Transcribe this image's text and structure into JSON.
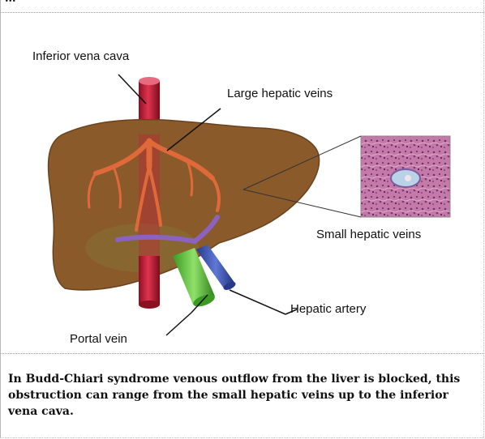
{
  "top_fragment": "...",
  "labels": {
    "inferior_vena_cava": "Inferior vena cava",
    "large_hepatic_veins": "Large hepatic veins",
    "small_hepatic_veins": "Small hepatic veins",
    "hepatic_artery": "Hepatic artery",
    "portal_vein": "Portal vein"
  },
  "caption": "In Budd-Chiari syndrome venous outflow from the liver is blocked, this obstruction can range from the small hepatic veins up to the inferior vena cava.",
  "colors": {
    "liver": "#8b5a2b",
    "vena_cava": "#c81e3c",
    "hepatic_veins": "#e0693a",
    "portal_vein": "#5fbf3a",
    "hepatic_artery": "#3d56b5",
    "histology": "#b0669a"
  }
}
